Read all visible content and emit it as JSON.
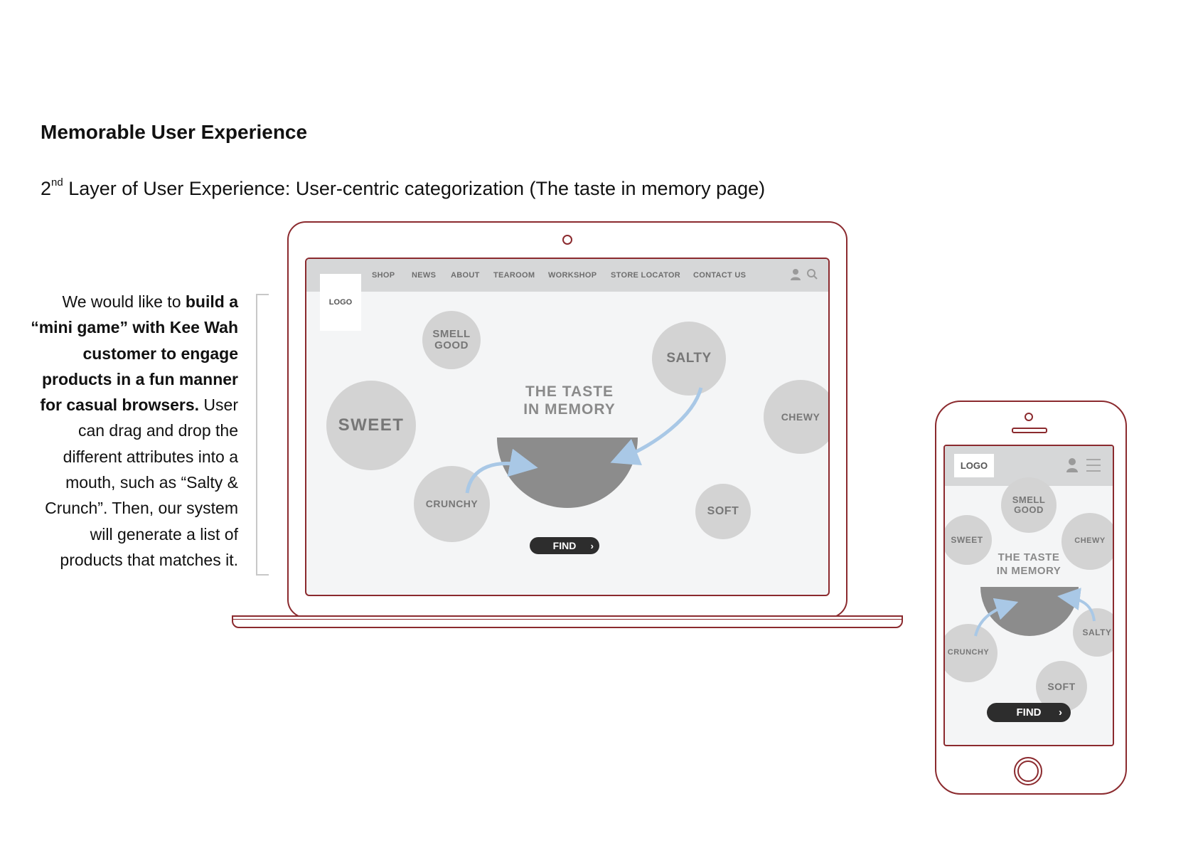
{
  "heading": "Memorable User Experience",
  "subheading": {
    "prefix": "2",
    "sup": "nd",
    "rest": " Layer of User Experience:  User-centric categorization (The taste in memory page)"
  },
  "description": {
    "intro": "We would like to ",
    "bold": "build a “mini game” with Kee Wah customer to engage products in a fun manner for casual browsers.",
    "rest": " User can drag and drop the different attributes into a mouth, such as “Salty & Crunch”. Then, our system will generate a list of products that matches it."
  },
  "laptop": {
    "logo": "LOGO",
    "nav": [
      "SHOP",
      "NEWS",
      "ABOUT",
      "TEAROOM",
      "WORKSHOP",
      "STORE LOCATOR",
      "CONTACT US"
    ],
    "title_line1": "THE TASTE",
    "title_line2": "IN MEMORY",
    "bubbles": {
      "smell_good_1": "SMELL",
      "smell_good_2": "GOOD",
      "salty": "SALTY",
      "sweet": "SWEET",
      "chewy": "CHEWY",
      "crunchy": "CRUNCHY",
      "soft": "SOFT"
    },
    "find": "FIND"
  },
  "phone": {
    "logo": "LOGO",
    "title_line1": "THE TASTE",
    "title_line2": "IN MEMORY",
    "bubbles": {
      "smell_good_1": "SMELL",
      "smell_good_2": "GOOD",
      "sweet": "SWEET",
      "chewy": "CHEWY",
      "salty": "SALTY",
      "crunchy": "CRUNCHY",
      "soft": "SOFT"
    },
    "find": "FIND"
  },
  "colors": {
    "device_outline": "#8b2a2e",
    "bubble": "#d3d3d3",
    "mouth": "#8c8c8c",
    "arrow": "#a9c8e6",
    "find_button": "#2d2d2d"
  }
}
